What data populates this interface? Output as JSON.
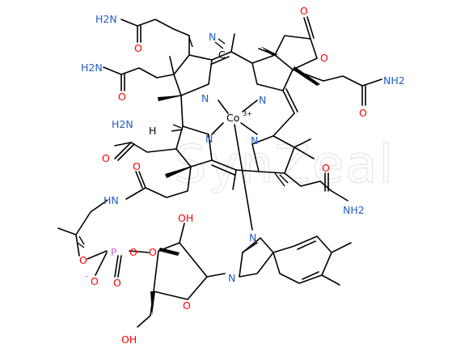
{
  "colors": {
    "bond": "#000000",
    "oxygen": "#ff0000",
    "nitrogen": "#1f5fbf",
    "phosphorus": "#cc66cc",
    "cobalt": "#000000",
    "watermark": "#e6e6e6"
  },
  "watermark": "SynZeal",
  "labels": {
    "amide_nh2": "H2N",
    "amide_nh2_right": "NH2",
    "oxygen": "O",
    "nitrogen": "N",
    "n_minus": "N",
    "minus": "-",
    "cobalt": "Co",
    "cobalt_charge": "3+",
    "cyano_n": "N",
    "cyano_c": "C",
    "hydrogen": "H",
    "hn": "HN",
    "oh": "OH",
    "ho_bottom": "OH",
    "phosphorus": "P",
    "o_minus": "O",
    "ring_o": "O",
    "lactone_o": "O"
  }
}
